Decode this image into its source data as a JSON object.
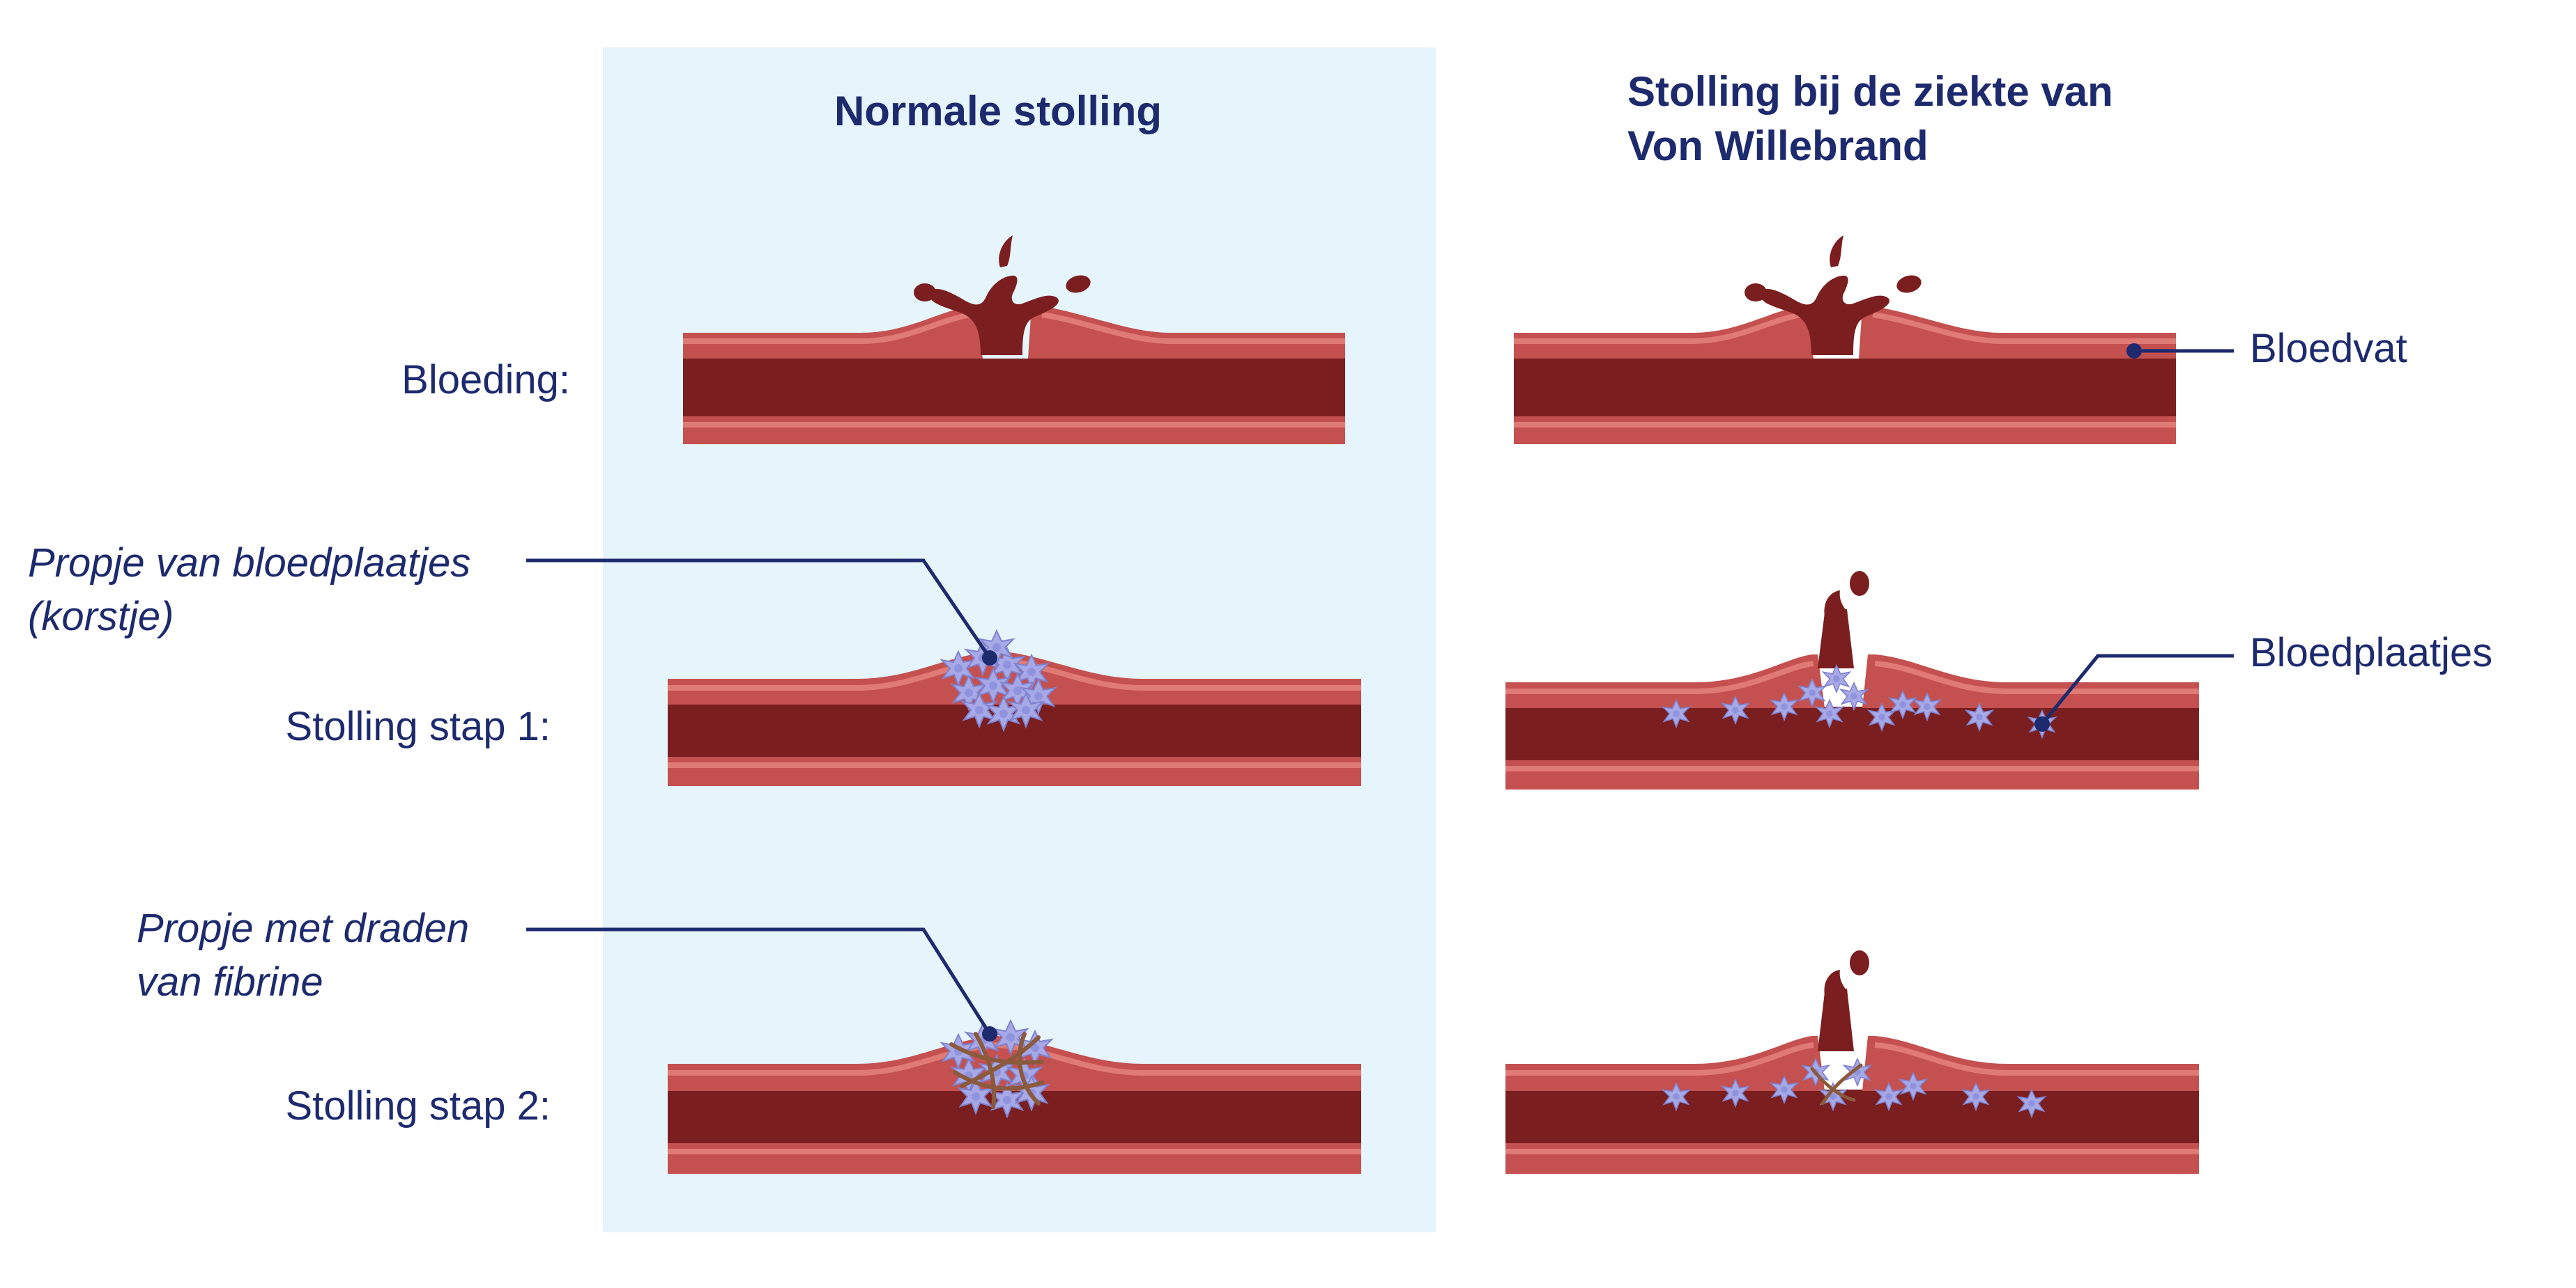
{
  "colors": {
    "panel_bg": "#e6f4fb",
    "text": "#1d2a6e",
    "vessel_wall": "#c4504f",
    "vessel_wall_light": "#e07a74",
    "vessel_lumen": "#7a1e1f",
    "blood": "#7a1e1f",
    "platelet": "#a7a9e6",
    "fibrin": "#8b5a3c"
  },
  "headers": {
    "normal": "Normale stolling",
    "vwd_line1": "Stolling bij de ziekte van",
    "vwd_line2": "Von Willebrand"
  },
  "rows": {
    "bleeding": "Bloeding:",
    "step1": "Stolling stap 1:",
    "step2": "Stolling stap 2:"
  },
  "annotations": {
    "plug_line1": "Propje van bloedplaatjes",
    "plug_line2": "(korstje)",
    "fibrin_line1": "Propje met draden",
    "fibrin_line2": "van fibrine",
    "vessel": "Bloedvat",
    "platelets": "Bloedplaatjes"
  },
  "icons": [
    "blood-splash-icon",
    "platelet-icon",
    "fibrin-mesh-icon",
    "blood-vessel-icon"
  ]
}
